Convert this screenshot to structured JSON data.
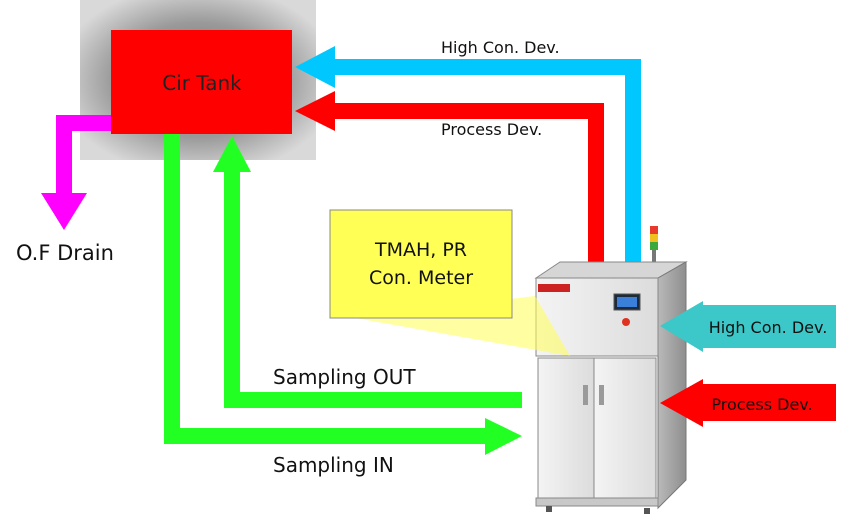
{
  "nodes": {
    "tank": "Cir Tank",
    "meter_line1": "TMAH, PR",
    "meter_line2": "Con. Meter",
    "drain": "O.F Drain"
  },
  "flows": {
    "high_con_top": "High Con. Dev.",
    "process_top": "Process Dev.",
    "sampling_out": "Sampling OUT",
    "sampling_in": "Sampling IN",
    "high_con_in": "High Con. Dev.",
    "process_in": "Process Dev."
  },
  "colors": {
    "tank": "#ff0000",
    "high_con": "#00c8ff",
    "process": "#ff0000",
    "sampling": "#22ff22",
    "drain": "#ff00ff",
    "meter_callout": "#ffff55",
    "high_con_input": "#3cc8c8"
  }
}
